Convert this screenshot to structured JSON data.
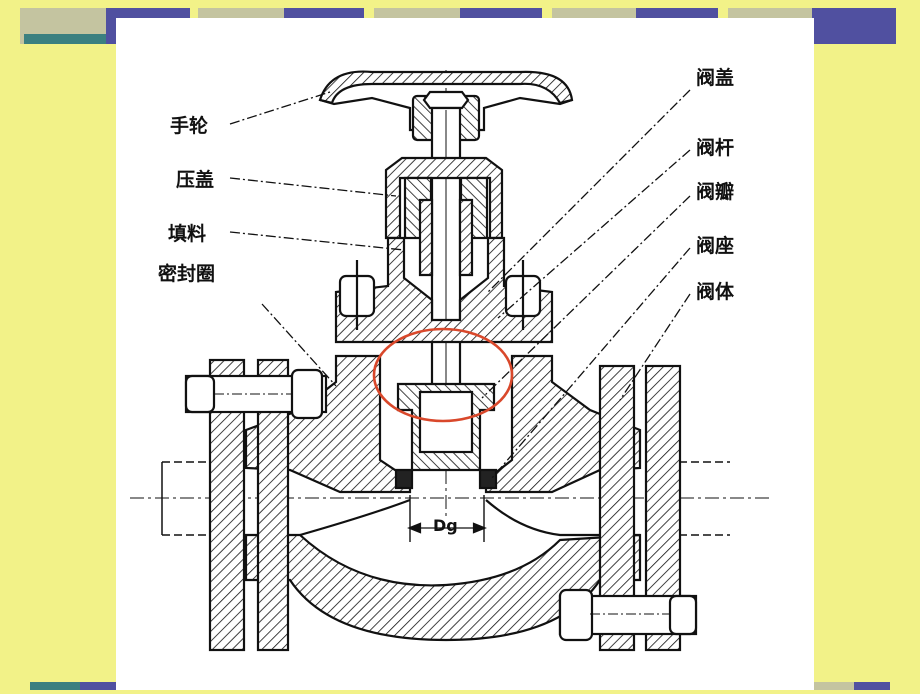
{
  "colors": {
    "slide_background": "#f2f288",
    "band_gray": "#c4c4a0",
    "band_blue": "#5050a0",
    "band_teal": "#3b8080",
    "drawing_line": "#111111",
    "highlight_circle": "#d9482b"
  },
  "diagram": {
    "labels": {
      "handwheel": "手轮",
      "gland": "压盖",
      "packing": "填料",
      "seal_ring": "密封圈",
      "bonnet": "阀盖",
      "stem": "阀杆",
      "disc": "阀瓣",
      "seat": "阀座",
      "body": "阀体",
      "dg": "Dg"
    }
  }
}
